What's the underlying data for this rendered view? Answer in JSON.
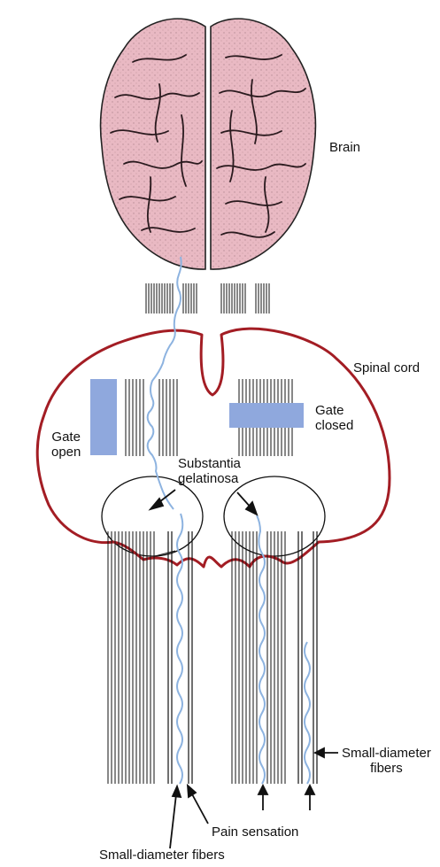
{
  "labels": {
    "brain": "Brain",
    "spinal_cord": "Spinal cord",
    "gate_open_line1": "Gate",
    "gate_open_line2": "open",
    "gate_closed_line1": "Gate",
    "gate_closed_line2": "closed",
    "substantia_line1": "Substantia",
    "substantia_line2": "gelatinosa",
    "small_fibers_right_line1": "Small-diameter",
    "small_fibers_right_line2": "fibers",
    "pain_sensation": "Pain sensation",
    "small_fibers_bottom": "Small-diameter fibers"
  },
  "colors": {
    "brain_fill": "#e9b9c3",
    "brain_shade": "#d48f9e",
    "cord_outline": "#a31d24",
    "gate": "#8fa8dd",
    "nerve": "#8db3e0",
    "line": "#111111"
  }
}
